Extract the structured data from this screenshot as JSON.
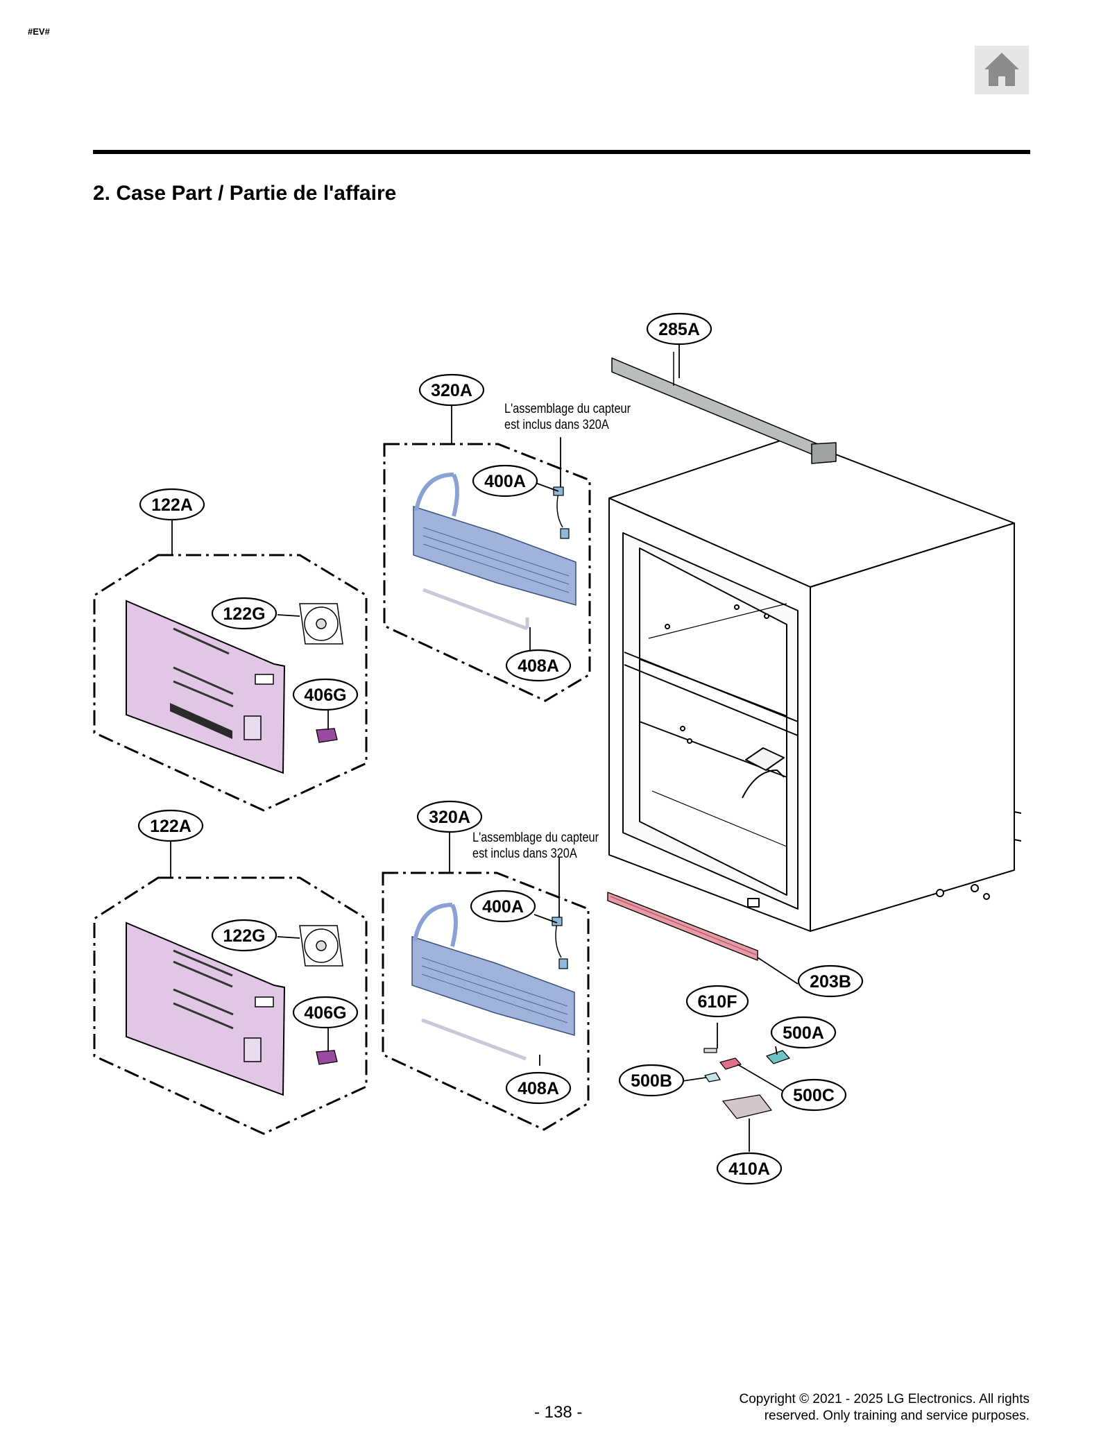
{
  "header": {
    "doc_code": "#EV#",
    "home_icon": "home-icon"
  },
  "section_title": "2. Case Part / Partie de l'affaire",
  "callouts": [
    {
      "id": "285A",
      "label": "285A"
    },
    {
      "id": "320A_top",
      "label": "320A"
    },
    {
      "id": "400A_top",
      "label": "400A"
    },
    {
      "id": "408A_top",
      "label": "408A"
    },
    {
      "id": "122A_top",
      "label": "122A"
    },
    {
      "id": "122G_top",
      "label": "122G"
    },
    {
      "id": "406G_top",
      "label": "406G"
    },
    {
      "id": "122A_bot",
      "label": "122A"
    },
    {
      "id": "122G_bot",
      "label": "122G"
    },
    {
      "id": "406G_bot",
      "label": "406G"
    },
    {
      "id": "320A_bot",
      "label": "320A"
    },
    {
      "id": "400A_bot",
      "label": "400A"
    },
    {
      "id": "408A_bot",
      "label": "408A"
    },
    {
      "id": "203B",
      "label": "203B"
    },
    {
      "id": "610F",
      "label": "610F"
    },
    {
      "id": "500A",
      "label": "500A"
    },
    {
      "id": "500B",
      "label": "500B"
    },
    {
      "id": "500C",
      "label": "500C"
    },
    {
      "id": "410A",
      "label": "410A"
    }
  ],
  "notes": {
    "sensor_top": [
      "L'assemblage du capteur",
      "est inclus dans 320A"
    ],
    "sensor_bottom": [
      "L'assemblage du capteur",
      "est inclus dans 320A"
    ]
  },
  "colors": {
    "cover": "#e2c6e6",
    "coil": "#9fb3dc",
    "rail": "#b9bdbd",
    "strip": "#e79aa5",
    "holder": "#9a4aa0",
    "pcb_a": "#6fc5c3",
    "pcb_c": "#e36e8a"
  },
  "footer": {
    "page_number": "- 138 -",
    "copyright_line1": "Copyright © 2021 - 2025 LG Electronics. All rights",
    "copyright_line2": "reserved. Only training and service purposes."
  }
}
